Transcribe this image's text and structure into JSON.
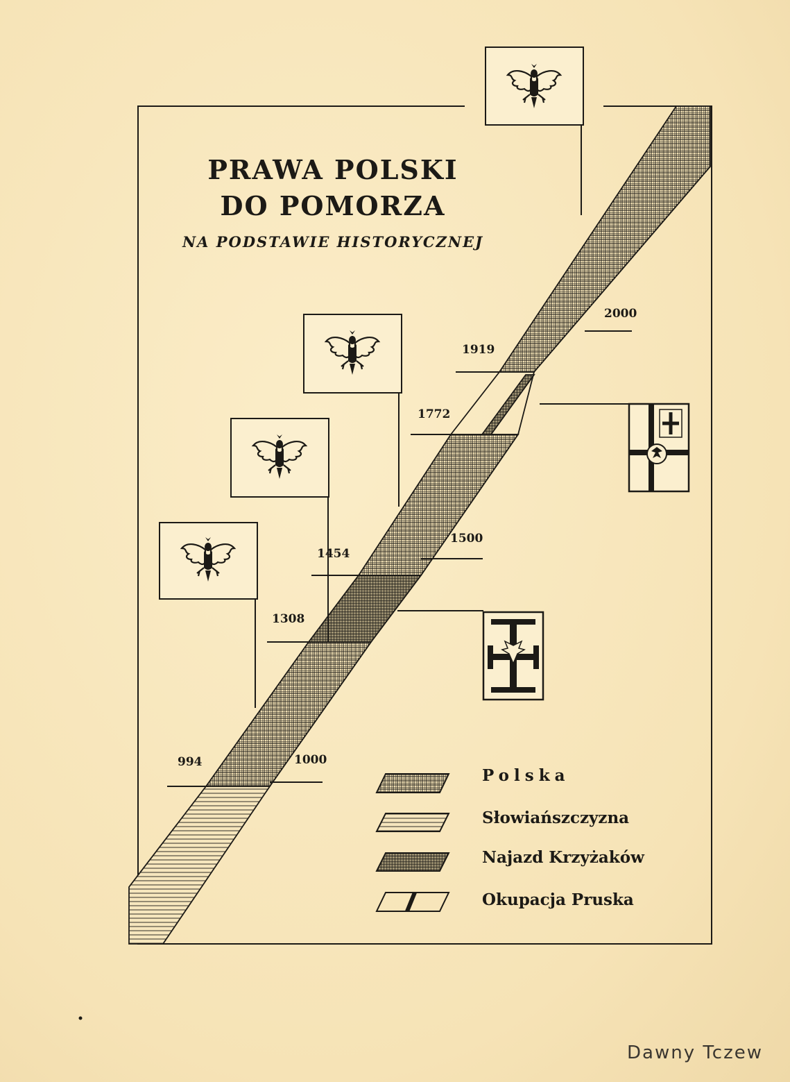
{
  "title": {
    "line1": "PRAWA POLSKI",
    "line2": "DO POMORZA",
    "subtitle": "NA PODSTAWIE HISTORYCZNEJ"
  },
  "timeline": {
    "years": [
      "994",
      "1000",
      "1308",
      "1454",
      "1500",
      "1772",
      "1919",
      "2000"
    ],
    "periods": [
      {
        "from": "994 (earlier)",
        "to": "994",
        "category": "Słowiańszczyzna"
      },
      {
        "from": "994",
        "to": "1308",
        "category": "Polska"
      },
      {
        "from": "1308",
        "to": "1454",
        "category": "Najazd Krzyżaków"
      },
      {
        "from": "1454",
        "to": "1772",
        "category": "Polska"
      },
      {
        "from": "1772",
        "to": "1919",
        "category": "Okupacja Pruska"
      },
      {
        "from": "1919",
        "to": "2000",
        "category": "Polska"
      }
    ],
    "emblems": [
      "polish-eagle-flag",
      "polish-eagle-flag",
      "polish-eagle-flag",
      "polish-eagle-flag",
      "teutonic-order-shield",
      "prussian-war-ensign"
    ]
  },
  "legend": {
    "items": [
      {
        "label": "Polska",
        "pattern": "fine-crosshatch"
      },
      {
        "label": "Słowiańszczyzna",
        "pattern": "horizontal-lines"
      },
      {
        "label": "Najazd Krzyżaków",
        "pattern": "dense-crosshatch"
      },
      {
        "label": "Okupacja Pruska",
        "pattern": "blank-with-stripe"
      }
    ]
  },
  "watermark": "Dawny Tczew",
  "colors": {
    "paper": "#f8e8bf",
    "ink": "#1c1a16"
  }
}
